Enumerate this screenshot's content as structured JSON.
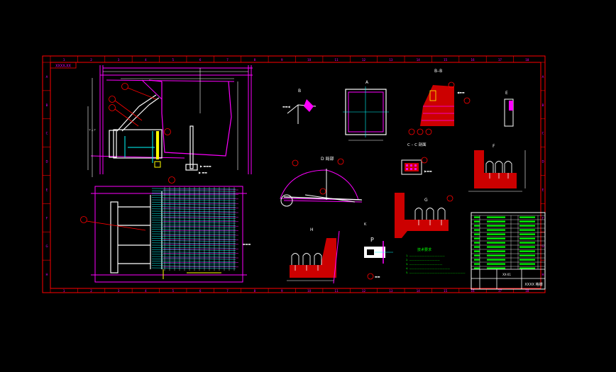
{
  "colors": {
    "background": "#000000",
    "frame": "#ff0000",
    "magenta": "#ff00ff",
    "cyan": "#00ffff",
    "white": "#ffffff",
    "green": "#00ff00",
    "yellow": "#ffff00",
    "blue": "#0000ff"
  },
  "frame": {
    "corner_tag": "XXXX-XX",
    "col_labels": [
      "1",
      "2",
      "3",
      "4",
      "5",
      "6",
      "7",
      "8",
      "9",
      "10",
      "11",
      "12",
      "13",
      "14",
      "15",
      "16",
      "17",
      "18"
    ],
    "row_labels": [
      "A",
      "B",
      "C",
      "D",
      "E",
      "F",
      "G",
      "H"
    ]
  },
  "views": {
    "view_b": "B",
    "view_a": "A",
    "section_bb": "B–B",
    "view_d": "D 局部",
    "view_cc": "C – C 剖面",
    "view_e": "E",
    "view_f": "F",
    "view_g": "G",
    "view_h": "H",
    "view_k": "K",
    "view_p": "P"
  },
  "notes": {
    "heading": "技术要求",
    "lines": [
      "1. ——————————————",
      "2. ————————————",
      "3. —————————————",
      "4. ————————————————",
      "5. ——————————————————————"
    ]
  },
  "title_block": {
    "drawing_title": "XXXX 格栅",
    "sheet_no": "XX-01"
  }
}
